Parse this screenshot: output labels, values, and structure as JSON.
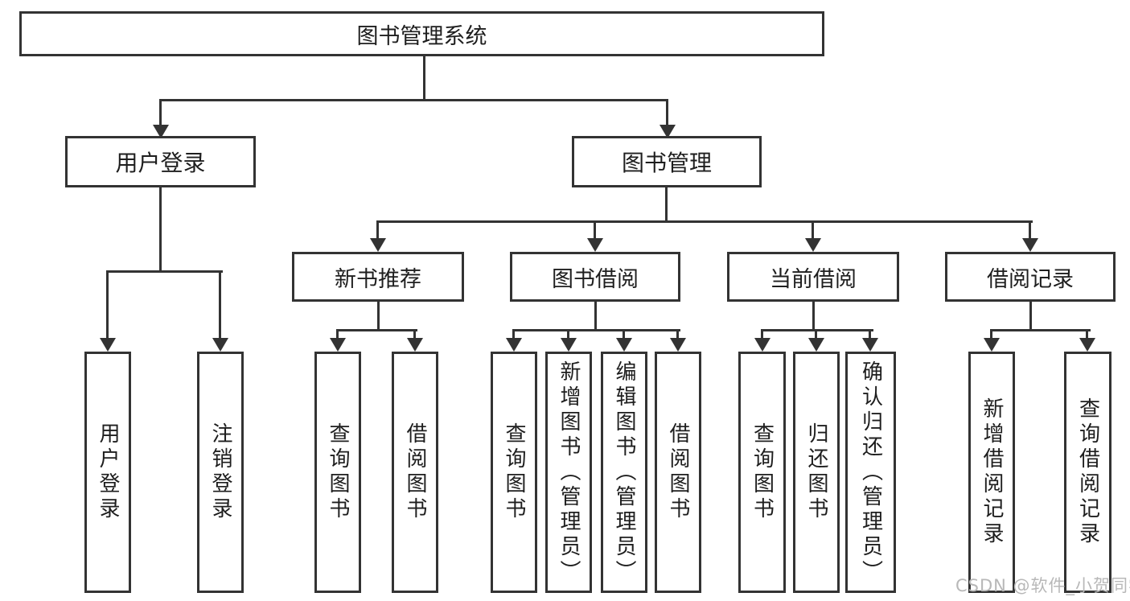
{
  "diagram": {
    "root_label": "图书管理系统",
    "branches": [
      {
        "label": "用户登录",
        "leaves": [
          "用户登录",
          "注销登录"
        ]
      },
      {
        "label": "图书管理",
        "groups": [
          {
            "label": "新书推荐",
            "leaves": [
              "查询图书",
              "借阅图书"
            ]
          },
          {
            "label": "图书借阅",
            "leaves": [
              "查询图书",
              "新增图书（管理员）",
              "编辑图书（管理员）",
              "借阅图书"
            ]
          },
          {
            "label": "当前借阅",
            "leaves": [
              "查询图书",
              "归还图书",
              "确认归还（管理员）"
            ]
          },
          {
            "label": "借阅记录",
            "leaves": [
              "新增借阅记录",
              "查询借阅记录"
            ]
          }
        ]
      }
    ]
  },
  "watermark": {
    "text": "CSDN @软件_小贺同学"
  },
  "colors": {
    "line": "#333333",
    "text": "#1e1e1e",
    "background": "#ffffff",
    "watermark": "#b8b8b8"
  }
}
